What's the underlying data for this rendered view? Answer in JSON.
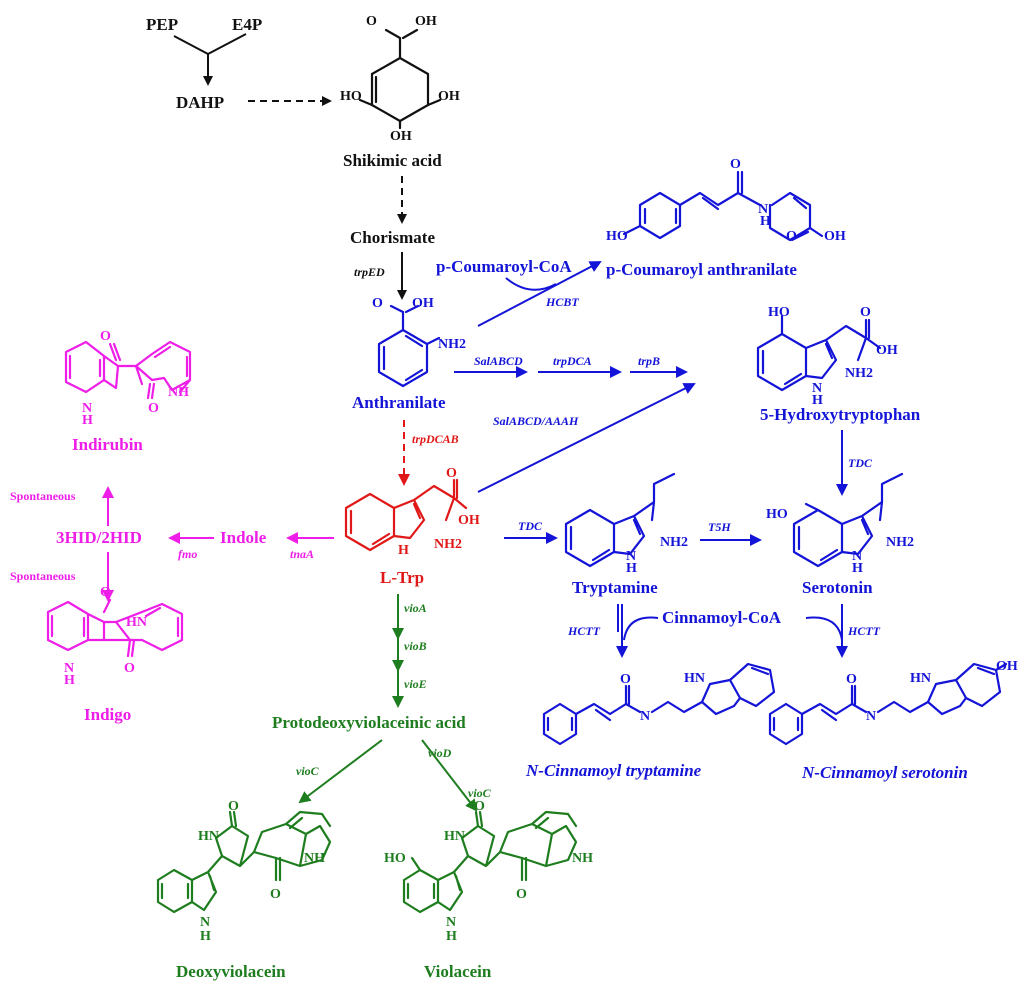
{
  "colors": {
    "black": "#111111",
    "blue": "#1414d8",
    "green": "#1e7d1e",
    "magenta": "#ee1ee8",
    "red": "#e01818"
  },
  "compounds": {
    "pep": "PEP",
    "e4p": "E4P",
    "dahp": "DAHP",
    "shikimic": "Shikimic acid",
    "chorismate": "Chorismate",
    "anthranilate": "Anthranilate",
    "coumaroyl_coa": "p-Coumaroyl-CoA",
    "coumaroyl_anthranilate": "p-Coumaroyl anthranilate",
    "hydroxytryptophan": "5-Hydroxytryptophan",
    "ltrp": "L-Trp",
    "indole": "Indole",
    "hid": "3HID/2HID",
    "indirubin": "Indirubin",
    "indigo": "Indigo",
    "tryptamine": "Tryptamine",
    "serotonin": "Serotonin",
    "cinnamoyl_coa": "Cinnamoyl-CoA",
    "n_cinn_tryptamine": "N-Cinnamoyl tryptamine",
    "n_cinn_serotonin": "N-Cinnamoyl serotonin",
    "protodeoxy": "Protodeoxyviolaceinic acid",
    "deoxyviolacein": "Deoxyviolacein",
    "violacein": "Violacein"
  },
  "enzymes": {
    "trpED": "trpED",
    "HCBT": "HCBT",
    "SalABCD": "SalABCD",
    "trpDCA": "trpDCA",
    "trpB": "trpB",
    "SalABCD_AAAH": "SalABCD/AAAH",
    "trpDCAB": "trpDCAB",
    "TDC_1": "TDC",
    "TDC_2": "TDC",
    "T5H": "T5H",
    "HCTT_1": "HCTT",
    "HCTT_2": "HCTT",
    "tnaA": "tnaA",
    "fmo": "fmo",
    "spont_1": "Spontaneous",
    "spont_2": "Spontaneous",
    "vioA": "vioA",
    "vioB": "vioB",
    "vioE": "vioE",
    "vioD": "vioD",
    "vioC_1": "vioC",
    "vioC_2": "vioC"
  },
  "atoms": {
    "oh": "OH",
    "o": "O",
    "ho": "HO",
    "h": "H",
    "n": "N",
    "nh": "NH",
    "hn": "HN",
    "nh2": "NH2",
    "hn_ind": "HN"
  }
}
